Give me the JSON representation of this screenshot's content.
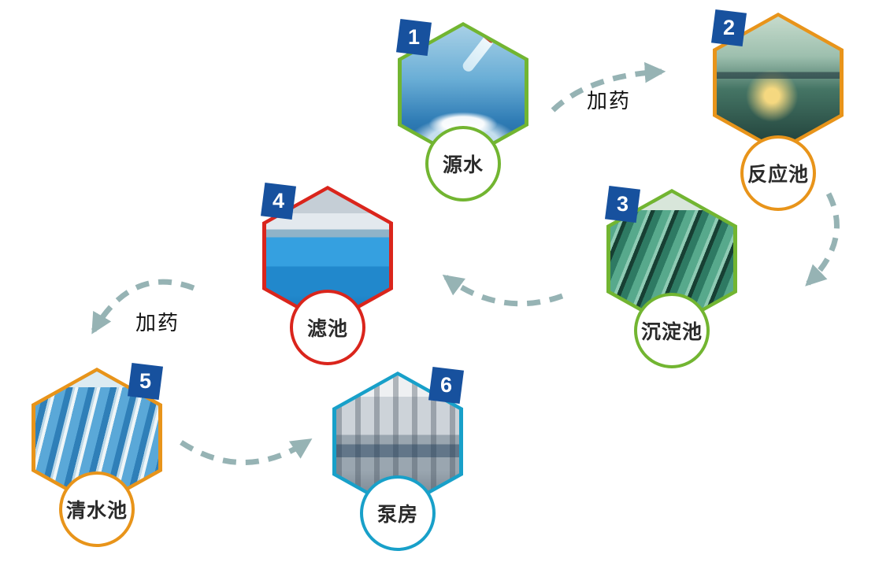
{
  "diagram": {
    "type": "process-flow",
    "background": "#ffffff",
    "arrow_color": "#96b3b4",
    "badge_color": "#17519e",
    "nodes": [
      {
        "number": "1",
        "label": "源水",
        "border_color": "#72b531",
        "photo": "source-water"
      },
      {
        "number": "2",
        "label": "反应池",
        "border_color": "#e8941a",
        "photo": "reaction-pond"
      },
      {
        "number": "3",
        "label": "沉淀池",
        "border_color": "#72b531",
        "photo": "sedimentation-tanks"
      },
      {
        "number": "4",
        "label": "滤池",
        "border_color": "#da251c",
        "photo": "filter-pool"
      },
      {
        "number": "5",
        "label": "清水池",
        "border_color": "#e8941a",
        "photo": "clear-water-channels"
      },
      {
        "number": "6",
        "label": "泵房",
        "border_color": "#18a0c9",
        "photo": "pump-room"
      }
    ],
    "edges": [
      {
        "from": "源水",
        "to": "反应池",
        "label": "加药"
      },
      {
        "from": "反应池",
        "to": "沉淀池",
        "label": ""
      },
      {
        "from": "沉淀池",
        "to": "滤池",
        "label": ""
      },
      {
        "from": "滤池",
        "to": "清水池",
        "label": "加药"
      },
      {
        "from": "清水池",
        "to": "泵房",
        "label": ""
      }
    ]
  }
}
